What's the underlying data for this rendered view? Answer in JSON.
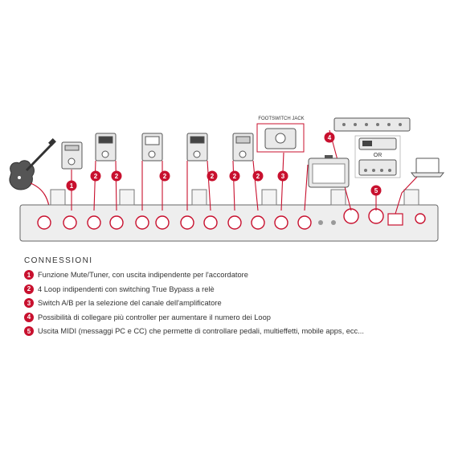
{
  "diagram": {
    "footswitch_jack_label": "FOOTSWITCH JACK",
    "or_label": "OR",
    "badges": [
      "1",
      "2",
      "3",
      "4",
      "5"
    ],
    "colors": {
      "accent": "#c8102e",
      "unit_fill": "#eeeeee",
      "unit_stroke": "#555555",
      "cable": "#c8102e"
    },
    "icons": [
      "guitar-icon",
      "pedal-icon",
      "amplifier-icon",
      "midi-controller-icon",
      "multieffects-icon",
      "laptop-icon",
      "jack-icon",
      "footswitch-icon"
    ]
  },
  "legend": {
    "title": "CONNESSIONI",
    "items": [
      {
        "num": "1",
        "text": "Funzione Mute/Tuner, con uscita indipendente per l'accordatore"
      },
      {
        "num": "2",
        "text": "4 Loop indipendenti con switching True Bypass a relè"
      },
      {
        "num": "3",
        "text": "Switch A/B per la selezione del canale dell'amplificatore"
      },
      {
        "num": "4",
        "text": "Possibilità di collegare più controller per aumentare il numero dei Loop"
      },
      {
        "num": "5",
        "text": "Uscita MIDI (messaggi PC e CC) che permette di controllare pedali, multieffetti, mobile apps, ecc..."
      }
    ]
  }
}
